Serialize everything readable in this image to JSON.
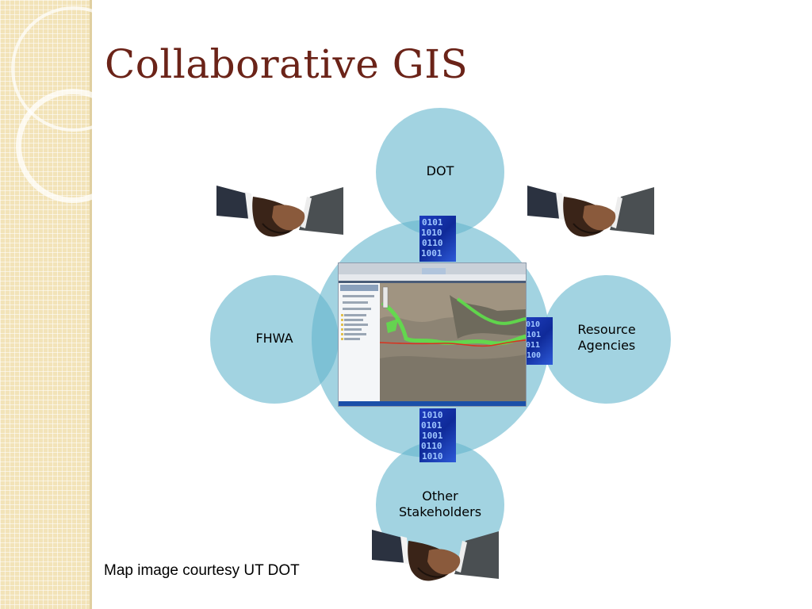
{
  "slide": {
    "title": "Collaborative GIS",
    "caption": "Map image courtesy UT DOT"
  },
  "diagram": {
    "nodes": {
      "top": "DOT",
      "left": "FHWA",
      "right_line1": "Resource",
      "right_line2": "Agencies",
      "bottom_line1": "Other",
      "bottom_line2": "Stakeholders"
    }
  },
  "colors": {
    "title": "#6b2318",
    "circle_fill": "#64b6cd",
    "binary_blue": "#1e3dbe",
    "strip_beige": "#f2e3b8"
  },
  "icons": [
    "handshake-icon",
    "binary-code-icon",
    "map-screenshot"
  ]
}
